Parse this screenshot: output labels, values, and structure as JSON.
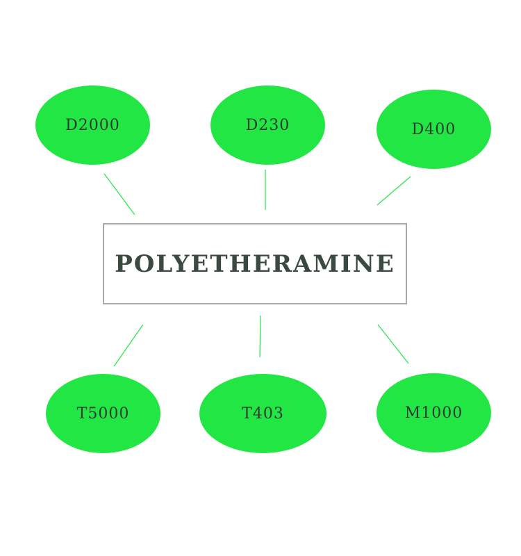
{
  "center": {
    "label": "POLYETHERAMINE"
  },
  "nodes": [
    {
      "id": "d2000",
      "label": "D2000"
    },
    {
      "id": "d230",
      "label": "D230"
    },
    {
      "id": "d400",
      "label": "D400"
    },
    {
      "id": "t5000",
      "label": "T5000"
    },
    {
      "id": "t403",
      "label": "T403"
    },
    {
      "id": "m1000",
      "label": "M1000"
    }
  ],
  "colors": {
    "node_fill": "#22e644",
    "connector": "#22e644",
    "box_border": "#a9a9a9",
    "title_text": "#3a4a40",
    "node_text": "#2e3b33"
  }
}
